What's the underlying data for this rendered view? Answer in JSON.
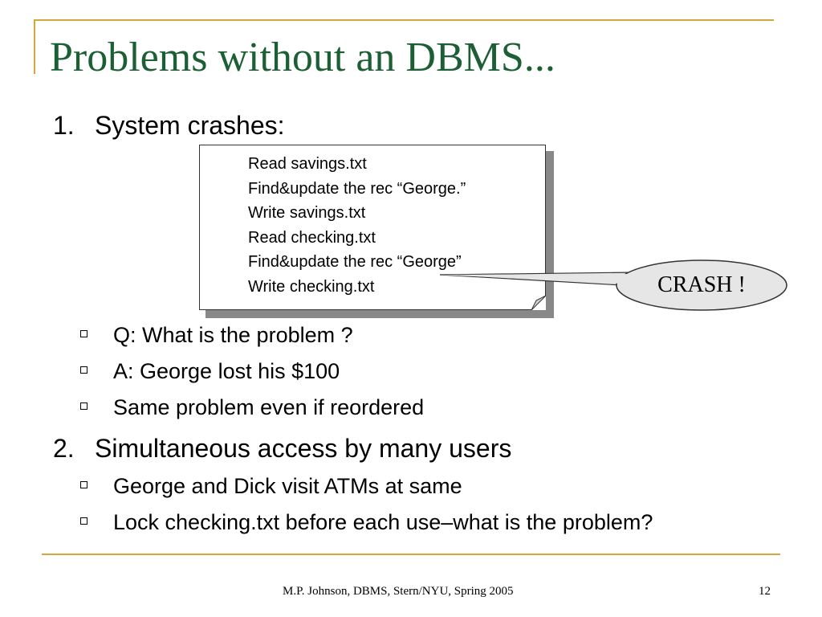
{
  "slide": {
    "title": "Problems without an DBMS...",
    "items": [
      {
        "number": "1.",
        "text": "System crashes:",
        "code": [
          "Read savings.txt",
          "Find&update the rec “George.”",
          "Write savings.txt",
          "Read checking.txt",
          "Find&update the rec “George”",
          "Write checking.txt"
        ],
        "callout": "CRASH !",
        "sub": [
          "Q: What is the problem ?",
          "A: George lost his $100",
          "Same problem even if reordered"
        ]
      },
      {
        "number": "2.",
        "text": "Simultaneous access by many users",
        "sub": [
          "George and Dick visit ATMs at same",
          "Lock checking.txt before each use–what is the problem?"
        ]
      }
    ],
    "footer": "M.P. Johnson, DBMS, Stern/NYU, Spring 2005",
    "page_number": "12"
  },
  "colors": {
    "title": "#1d5f35",
    "frame_lines": "#d4a73a",
    "callout_fill": "#e6e6e6"
  }
}
